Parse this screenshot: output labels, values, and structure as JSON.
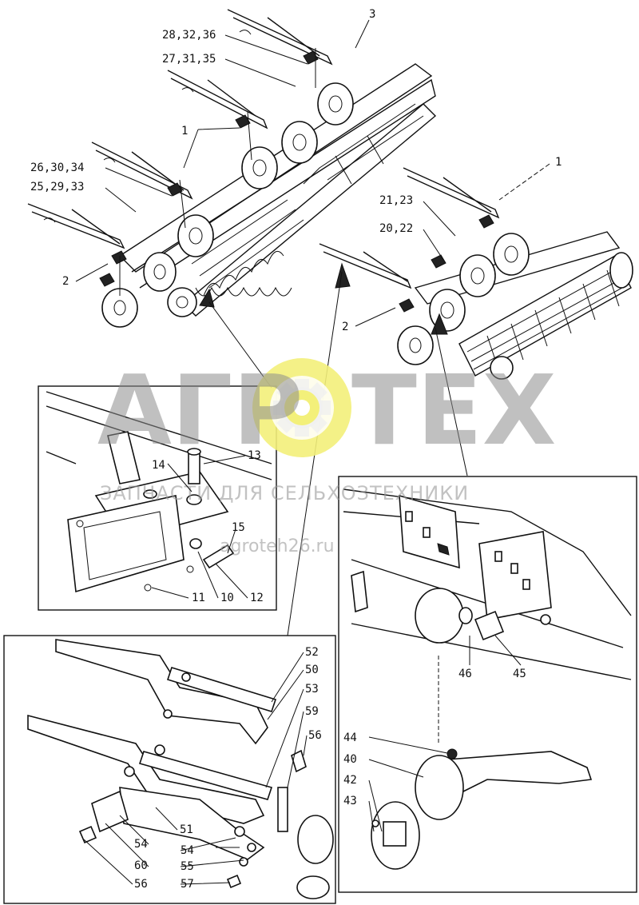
{
  "watermark": {
    "left_letters": "АГР",
    "right_letters": "ТЕХ",
    "subtitle": "ЗАПЧАСТИ ДЛЯ СЕЛЬХОЗТЕХНИКИ",
    "url": "agroteh26.ru",
    "gear_color": "#f3f07a",
    "letter_color": "#8c8c8c"
  },
  "callouts": {
    "top_machine": [
      "3",
      "28,32,36",
      "27,31,35",
      "1",
      "26,30,34",
      "25,29,33",
      "2"
    ],
    "right_machine": [
      "1",
      "21,23",
      "20,22",
      "2"
    ],
    "detail_frame": [
      "13",
      "14",
      "15",
      "12",
      "10",
      "11"
    ],
    "detail_arms": [
      "52",
      "50",
      "53",
      "59",
      "56",
      "51",
      "54",
      "54",
      "55",
      "57",
      "60",
      "56"
    ],
    "detail_hub": [
      "46",
      "45",
      "44",
      "40",
      "42",
      "43"
    ]
  }
}
